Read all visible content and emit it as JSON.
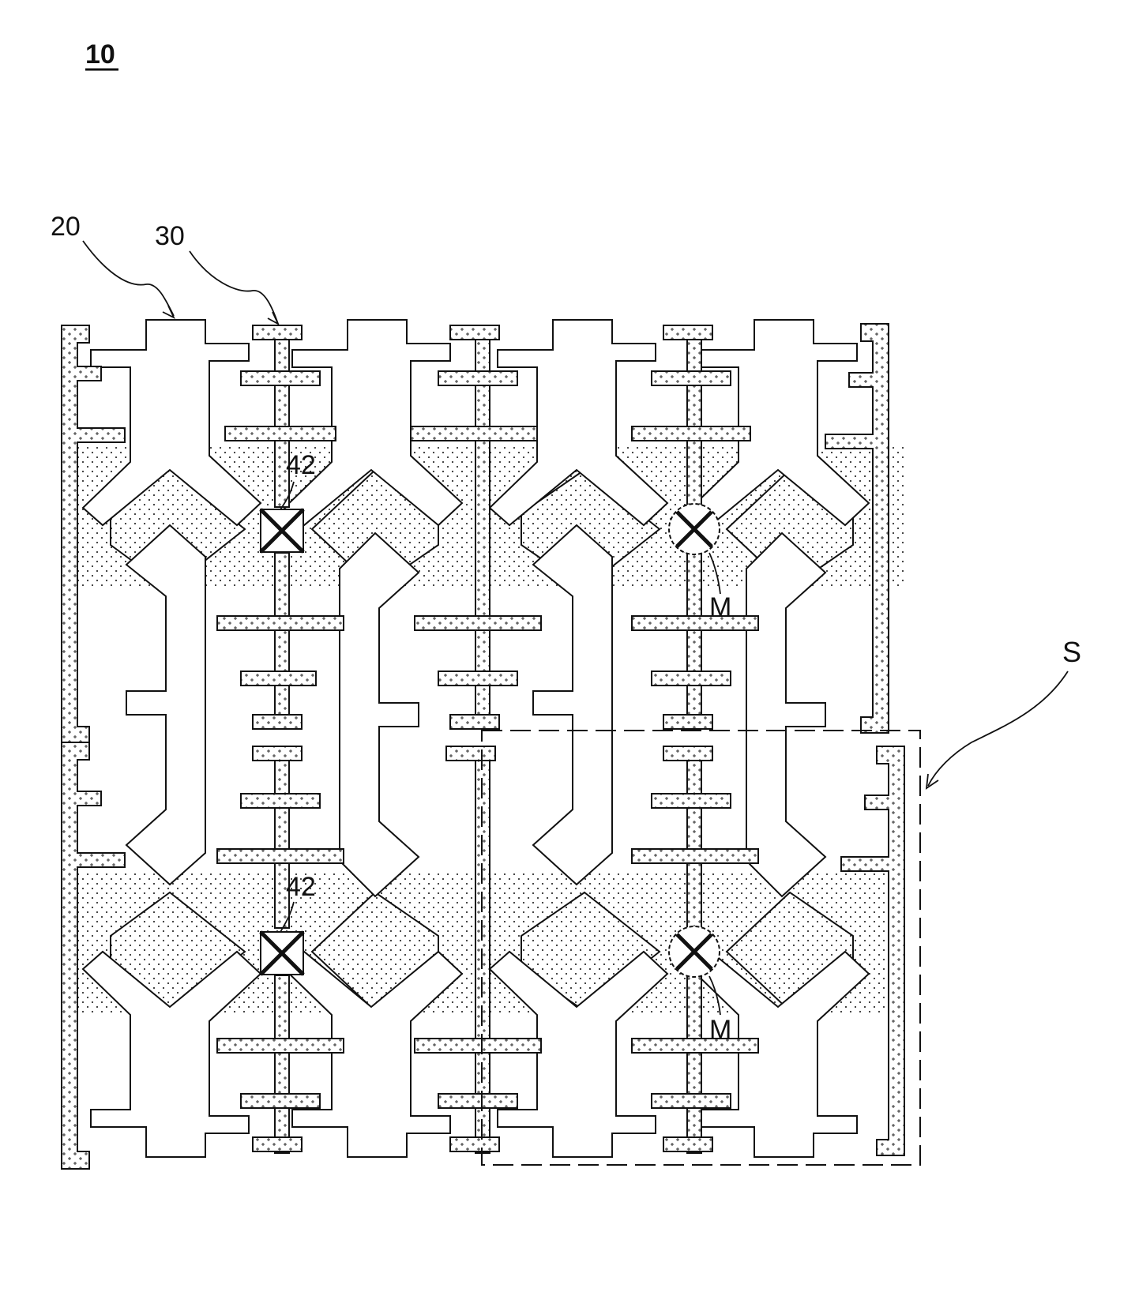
{
  "figure": {
    "number": "10",
    "labels": {
      "first_electrode": "20",
      "second_electrode": "30",
      "bridge_upper": "42",
      "bridge_lower": "42",
      "marker_upper": "M",
      "marker_lower": "M",
      "section": "S"
    },
    "colors": {
      "line": "#111111",
      "dot_fill": "#ffffff",
      "pattern_mark": "#333333"
    }
  }
}
